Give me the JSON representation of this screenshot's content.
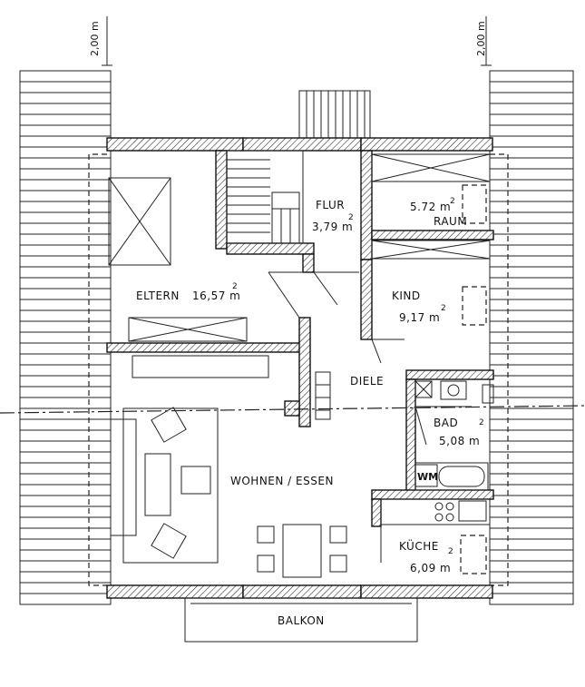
{
  "dimensions": {
    "left": "2,00 m",
    "right": "2,00 m"
  },
  "rooms": {
    "flur": {
      "name": "FLUR",
      "area": "3,79 m",
      "sup": "2"
    },
    "abstellraum": {
      "area": "5.72 m",
      "sup": "2",
      "name_partial": "RAUM"
    },
    "eltern": {
      "name": "ELTERN",
      "area": "16,57 m",
      "sup": "2"
    },
    "kind": {
      "name": "KIND",
      "area": "9,17 m",
      "sup": "2"
    },
    "diele": {
      "name": "DIELE"
    },
    "bad": {
      "name": "BAD",
      "area": "5,08 m",
      "sup": "2"
    },
    "wohnen": {
      "name": "WOHNEN / ESSEN"
    },
    "kueche": {
      "name": "KÜCHE",
      "area": "6,09 m",
      "sup": "2"
    },
    "balkon": {
      "name": "BALKON"
    }
  },
  "fixtures": {
    "washing_machine": "WM"
  }
}
